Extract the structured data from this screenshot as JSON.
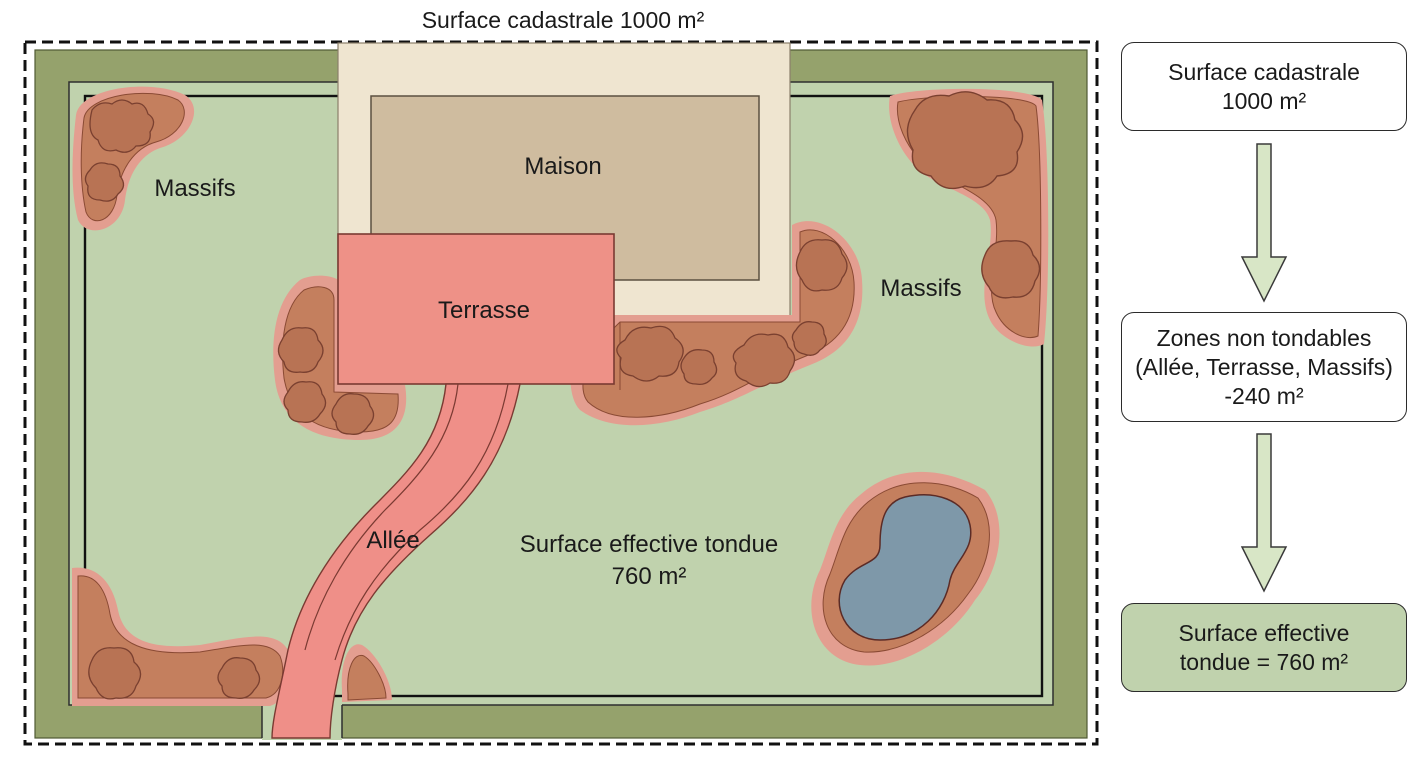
{
  "plan": {
    "top_label": "Surface cadastrale 1000 m²",
    "house_label": "Maison",
    "terrace_label": "Terrasse",
    "massifs_left_label": "Massifs",
    "massifs_right_label": "Massifs",
    "path_label": "Allée",
    "lawn_label_line1": "Surface effective tondue",
    "lawn_label_line2": "760 m²"
  },
  "flow": {
    "box1": {
      "line1": "Surface cadastrale",
      "line2": "1000 m²"
    },
    "box2": {
      "line1": "Zones non tondables",
      "line2": "(Allée, Terrasse, Massifs)",
      "line3": "-240 m²"
    },
    "box3": {
      "line1": "Surface effective",
      "line2": "tondue = 760 m²"
    }
  },
  "colors": {
    "hedge": "#95a26c",
    "lawn": "#c0d2ad",
    "house_border": "#efe5d0",
    "house": "#cfbc9f",
    "terrace": "#ee9187",
    "path": "#ef8f88",
    "massif_halo": "#e39e90",
    "massif": "#c47f5e",
    "pond": "#7e98a9",
    "final_box": "#c0d2ad",
    "arrow": "#d8e6c6"
  }
}
